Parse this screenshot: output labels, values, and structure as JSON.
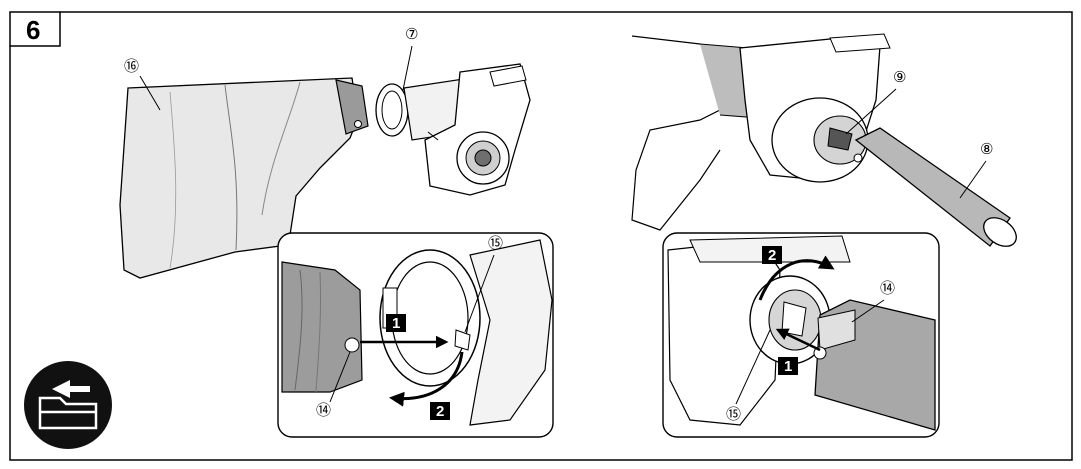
{
  "figure": {
    "number": "6"
  },
  "callouts": {
    "c16": "⑯",
    "c7": "⑦",
    "c9": "⑨",
    "c8": "⑧",
    "c15_left": "⑮",
    "c14_left": "⑭",
    "c14_right": "⑭",
    "c15_right": "⑮"
  },
  "steps": {
    "left_1": "1",
    "left_2": "2",
    "right_1": "1",
    "right_2": "2"
  },
  "colors": {
    "line": "#000000",
    "panel_bg": "#ffffff",
    "shade_light": "#e6e6e6",
    "shade_mid": "#bdbdbd",
    "shade_dark": "#8a8a8a",
    "icon": "#111111"
  },
  "icons": {
    "battery_remove": "battery-removal-icon"
  }
}
